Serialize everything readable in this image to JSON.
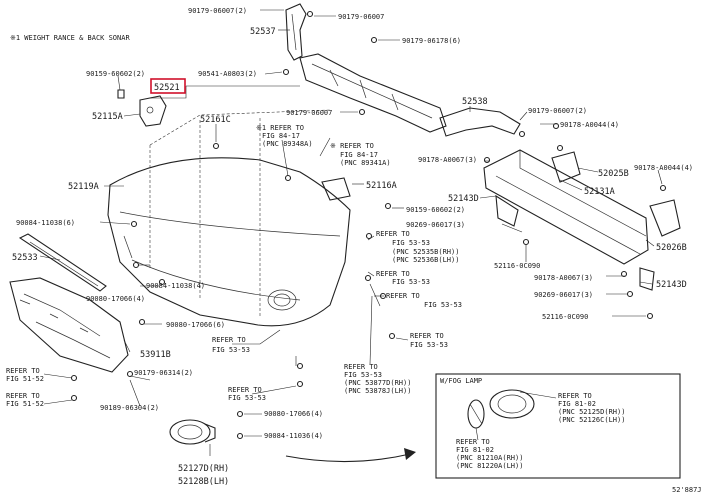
{
  "header": {
    "note": "※1 WEIGHT RANCE & BACK SONAR"
  },
  "footer": {
    "code": "52'887J"
  },
  "highlight": {
    "color": "#d0112b",
    "part": "52521"
  },
  "labels": {
    "l1": "90179-06007(2)",
    "l2": "90179-06007",
    "l3": "52537",
    "l4": "90179-06178(6)",
    "l5": "90159-60602(2)",
    "l6": "52521",
    "l7": "90541-A0803(2)",
    "l8": "52115A",
    "l9": "90179-06007",
    "l10": "52538",
    "l11": "90179-06007(2)",
    "l12": "90178-A0044(4)",
    "l13": "52161C",
    "l14": "※1 REFER TO",
    "l15": "FIG 84-17",
    "l16": "(PNC 89348A)",
    "l17": "※ REFER TO",
    "l18": "FIG 84-17",
    "l19": "(PNC 89341A)",
    "l20": "90178-A0067(3)",
    "l21": "52025B",
    "l22": "90178-A0044(4)",
    "l23": "52116A",
    "l24": "52143D",
    "l25": "52131A",
    "l26": "52119A",
    "l27": "90159-60602(2)",
    "l28": "90084-11038(6)",
    "l29": "90269-06017(3)",
    "l30": "REFER TO",
    "l31": "FIG 53-53",
    "l32": "(PNC 52535B(RH))",
    "l33": "(PNC 52536B(LH))",
    "l34": "52026B",
    "l35": "52533",
    "l36": "52116-0C090",
    "l37": "REFER TO",
    "l38": "FIG 53-53",
    "l39": "90084-11038(4)",
    "l40": "90178-A0067(3)",
    "l41": "52143D",
    "l42": "90080-17066(4)",
    "l43": "REFER TO",
    "l44": "FIG 53-53",
    "l45": "90269-06017(3)",
    "l46": "90080-17066(6)",
    "l47": "52116-0C090",
    "l48": "REFER TO",
    "l49": "FIG 53-53",
    "l50": "53911B",
    "l51": "REFER TO",
    "l52": "FIG 53-53",
    "l53": "REFER TO",
    "l54": "FIG 53-53",
    "l55": "(PNC 53877D(RH))",
    "l56": "(PNC 53878J(LH))",
    "l57": "REFER TO",
    "l58": "FIG 51-52",
    "l59": "90179-06314(2)",
    "l60": "REFER TO",
    "l61": "FIG 53-53",
    "l62": "W/FOG LAMP",
    "l63": "REFER TO",
    "l64": "FIG 51-52",
    "l65": "90189-06304(2)",
    "l66": "90080-17066(4)",
    "l67": "REFER TO",
    "l68": "FIG 81-02",
    "l69": "(PNC 52125D(RH))",
    "l70": "(PNC 52126C(LH))",
    "l71": "90084-11036(4)",
    "l72": "REFER TO",
    "l73": "FIG 81-02",
    "l74": "(PNC 81210A(RH))",
    "l75": "(PNC 81220A(LH))",
    "l76": "52127D(RH)",
    "l77": "52128B(LH)"
  }
}
